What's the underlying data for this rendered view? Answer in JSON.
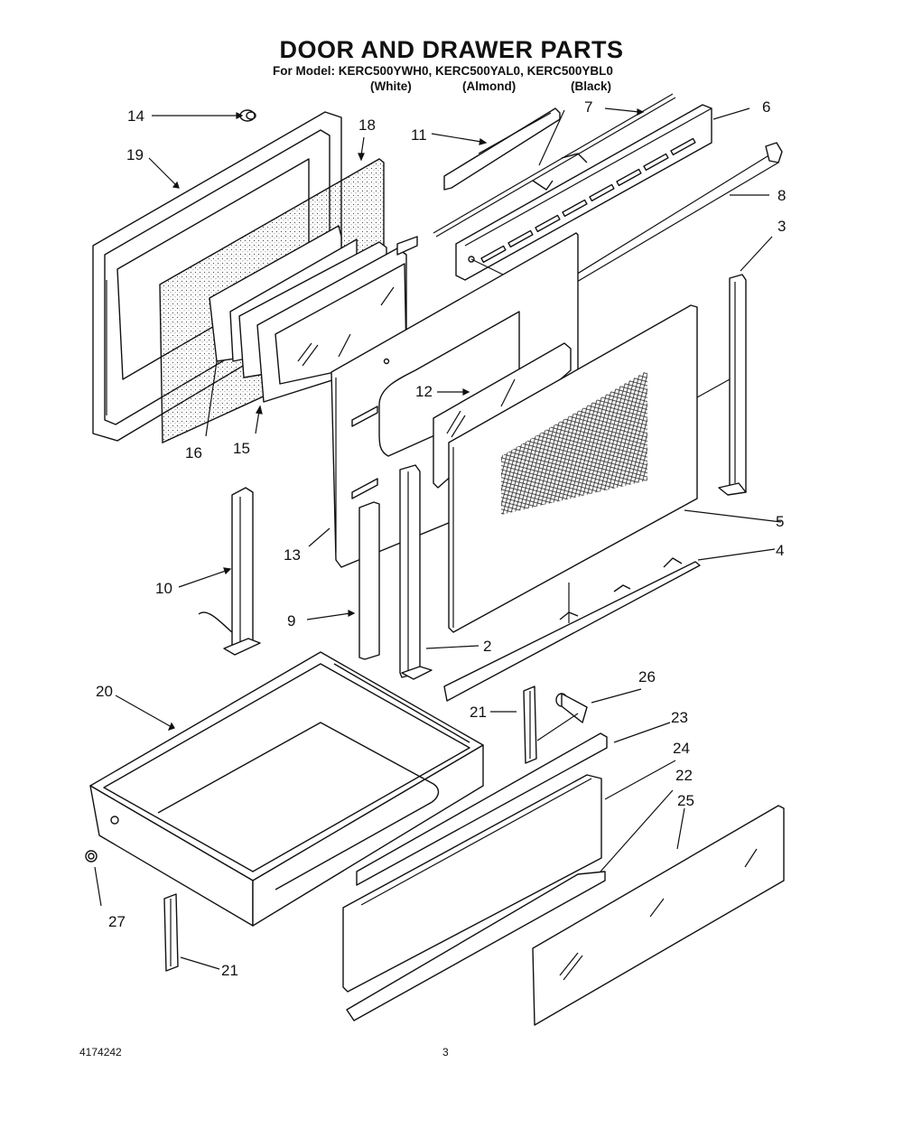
{
  "header": {
    "title": "DOOR AND DRAWER PARTS",
    "model_prefix": "For Model:",
    "models": [
      {
        "model": "KERC500YWH0",
        "color": "(White)"
      },
      {
        "model": "KERC500YAL0",
        "color": "(Almond)"
      },
      {
        "model": "KERC500YBL0",
        "color": "(Black)"
      }
    ],
    "subtitle": "For Model: KERC500YWH0, KERC500YAL0, KERC500YBL0"
  },
  "callouts": {
    "p2": "2",
    "p3": "3",
    "p4": "4",
    "p5": "5",
    "p6": "6",
    "p7": "7",
    "p8": "8",
    "p9": "9",
    "p10": "10",
    "p11": "11",
    "p12": "12",
    "p13": "13",
    "p14": "14",
    "p15": "15",
    "p16": "16",
    "p18": "18",
    "p19": "19",
    "p20": "20",
    "p21a": "21",
    "p21b": "21",
    "p22": "22",
    "p23": "23",
    "p24": "24",
    "p25": "25",
    "p26": "26",
    "p27": "27"
  },
  "footer": {
    "doc_number": "4174242",
    "page_number": "3"
  }
}
